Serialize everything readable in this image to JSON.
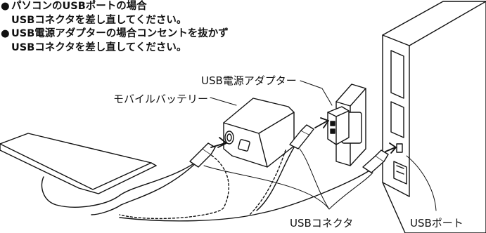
{
  "instructions": [
    {
      "bullet": "●",
      "line1": "パソコンのUSBポートの場合",
      "line2": "USBコネクタを差し直してください。"
    },
    {
      "bullet": "●",
      "line1": "USB電源アダプターの場合コンセントを抜かず",
      "line2": "USBコネクタを差し直してください。"
    }
  ],
  "labels": {
    "usb_adapter": "USB電源アダプター",
    "mobile_battery": "モバイルバッテリー",
    "usb_connector": "USBコネクタ",
    "usb_port": "USBポート"
  }
}
